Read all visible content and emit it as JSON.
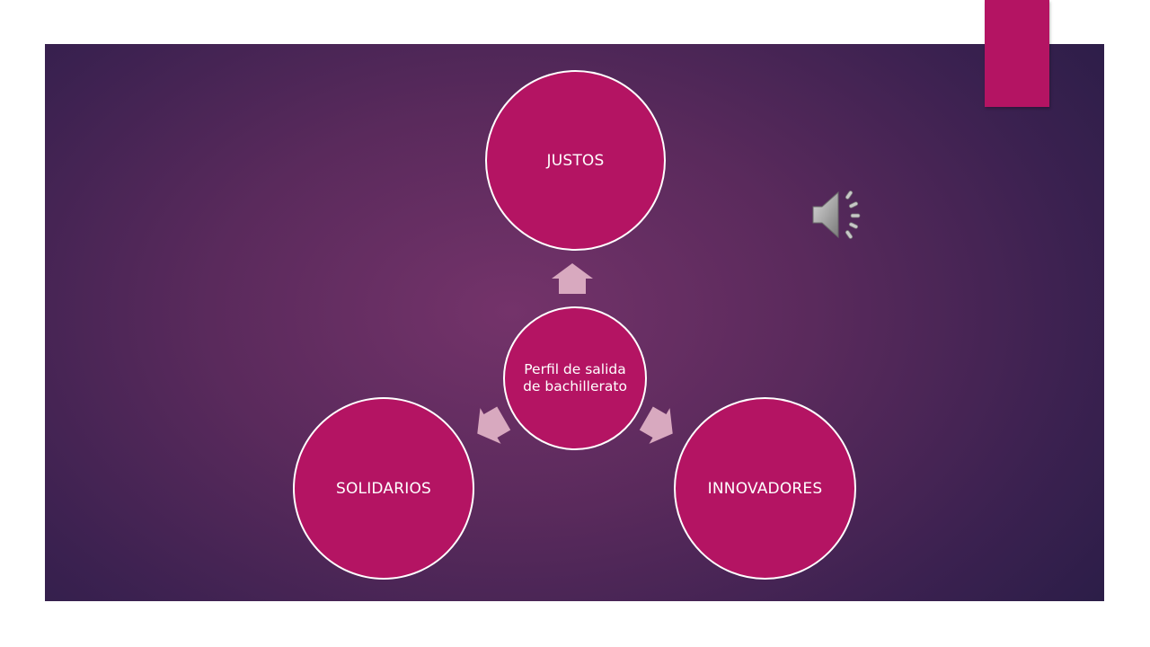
{
  "diagram": {
    "center": {
      "label": "Perfil de salida de bachillerato"
    },
    "nodes": [
      {
        "id": "top",
        "label": "JUSTOS"
      },
      {
        "id": "left",
        "label": "SOLIDARIOS"
      },
      {
        "id": "right",
        "label": "INNOVADORES"
      }
    ],
    "arrows": [
      {
        "from": "center",
        "to": "top"
      },
      {
        "from": "center",
        "to": "left"
      },
      {
        "from": "center",
        "to": "right"
      }
    ]
  },
  "icons": {
    "audio": "speaker-icon"
  },
  "colors": {
    "node_fill": "#b41463",
    "node_border": "#ffffff",
    "arrow_fill": "#d8a9bf",
    "accent": "#b41463",
    "background_dark": "#261c45",
    "background_light": "#74336a"
  }
}
